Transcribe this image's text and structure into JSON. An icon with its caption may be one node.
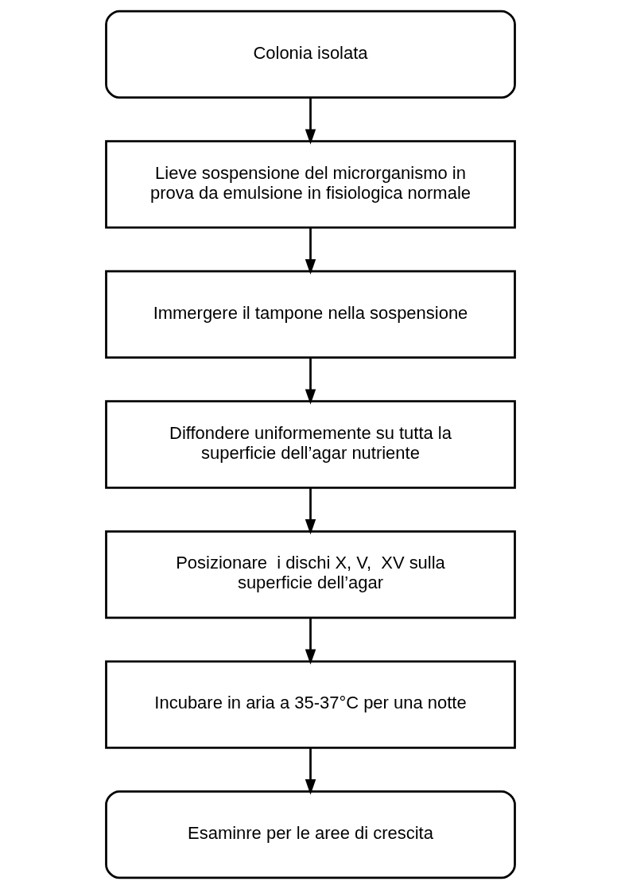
{
  "diagram": {
    "nodes": [
      {
        "text": [
          "Colonia isolata"
        ]
      },
      {
        "text": [
          "Lieve sospensione del microrganismo in prova da emulsione in fisiologica normale"
        ]
      },
      {
        "text": [
          "Immergere il tampone nella sospensione"
        ]
      },
      {
        "text": [
          "Diffondere uniformemente su tutta la superficie dell’agar nutriente"
        ]
      },
      {
        "text": [
          "Posizionare  i dischi X, V,  XV sulla superficie dell’agar"
        ]
      },
      {
        "text": [
          "Incubare in aria a 35-37°C per una notte"
        ]
      },
      {
        "text": [
          "Esaminre per le aree di crescita"
        ]
      }
    ],
    "edges": [
      {
        "from": 0,
        "to": 1,
        "arrow": "to"
      },
      {
        "from": 1,
        "to": 2,
        "arrow": "to"
      },
      {
        "from": 2,
        "to": 3,
        "arrow": "to"
      },
      {
        "from": 3,
        "to": 4,
        "arrow": "to"
      },
      {
        "from": 4,
        "to": 5,
        "arrow": "to"
      },
      {
        "from": 5,
        "to": 6,
        "arrow": "to"
      }
    ]
  }
}
